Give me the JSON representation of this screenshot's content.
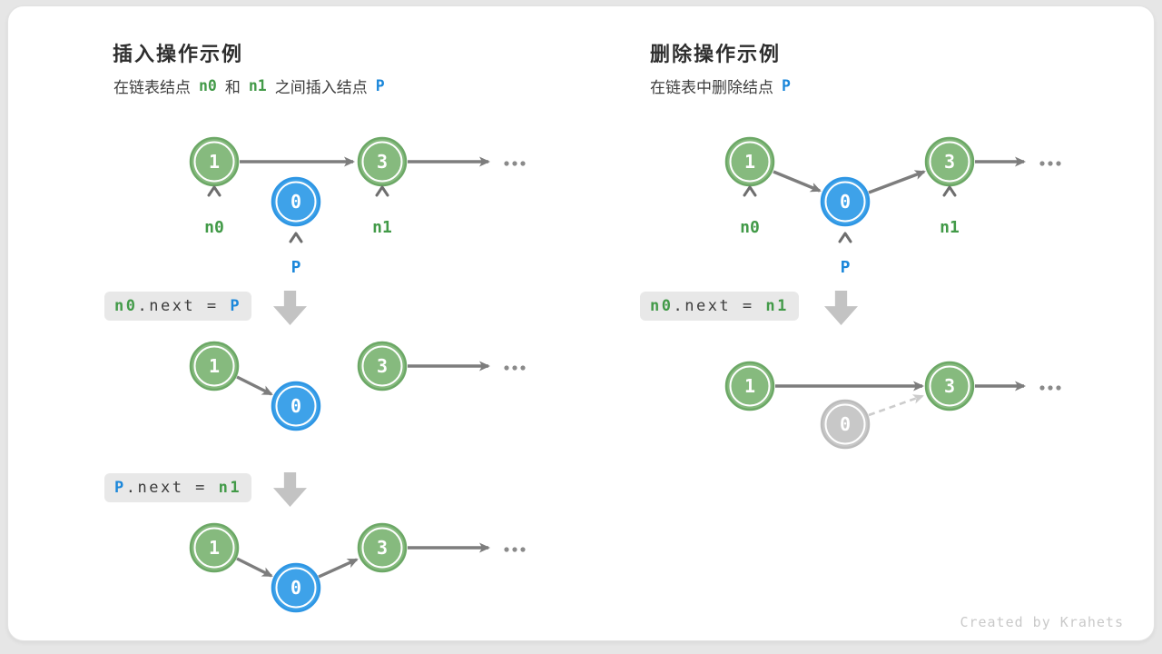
{
  "watermark": "Created by Krahets",
  "colors": {
    "node_green": "#86ba7e",
    "node_blue": "#3ea2e9",
    "node_gray": "#c8c8c8",
    "arrow_gray": "#7d7d7d",
    "label_green": "#429a48",
    "label_blue": "#1b87da",
    "code_box_bg": "#e8e8e8",
    "block_arrow_gray": "#c3c3c3"
  },
  "left": {
    "title": "插入操作示例",
    "subtitle": {
      "t1": "在链表结点",
      "v1": "n0",
      "t2": "和",
      "v2": "n1",
      "t3": "之间插入结点",
      "v3": "P"
    },
    "code1": {
      "v1": "n0",
      "op": ".next = ",
      "v2": "P"
    },
    "code2": {
      "v1": "P",
      "op": ".next = ",
      "v2": "n1"
    },
    "d1": {
      "n_a": "1",
      "n_p": "0",
      "n_b": "3",
      "l_a": "n0",
      "l_p": "P",
      "l_b": "n1",
      "ellipsis": "..."
    },
    "d2": {
      "n_a": "1",
      "n_p": "0",
      "n_b": "3",
      "ellipsis": "..."
    },
    "d3": {
      "n_a": "1",
      "n_p": "0",
      "n_b": "3",
      "ellipsis": "..."
    }
  },
  "right": {
    "title": "删除操作示例",
    "subtitle": {
      "t1": "在链表中删除结点",
      "v1": "P"
    },
    "code1": {
      "v1": "n0",
      "op": ".next = ",
      "v2": "n1"
    },
    "d1": {
      "n_a": "1",
      "n_p": "0",
      "n_b": "3",
      "l_a": "n0",
      "l_p": "P",
      "l_b": "n1",
      "ellipsis": "..."
    },
    "d2": {
      "n_a": "1",
      "n_p": "0",
      "n_b": "3",
      "ellipsis": "..."
    }
  }
}
